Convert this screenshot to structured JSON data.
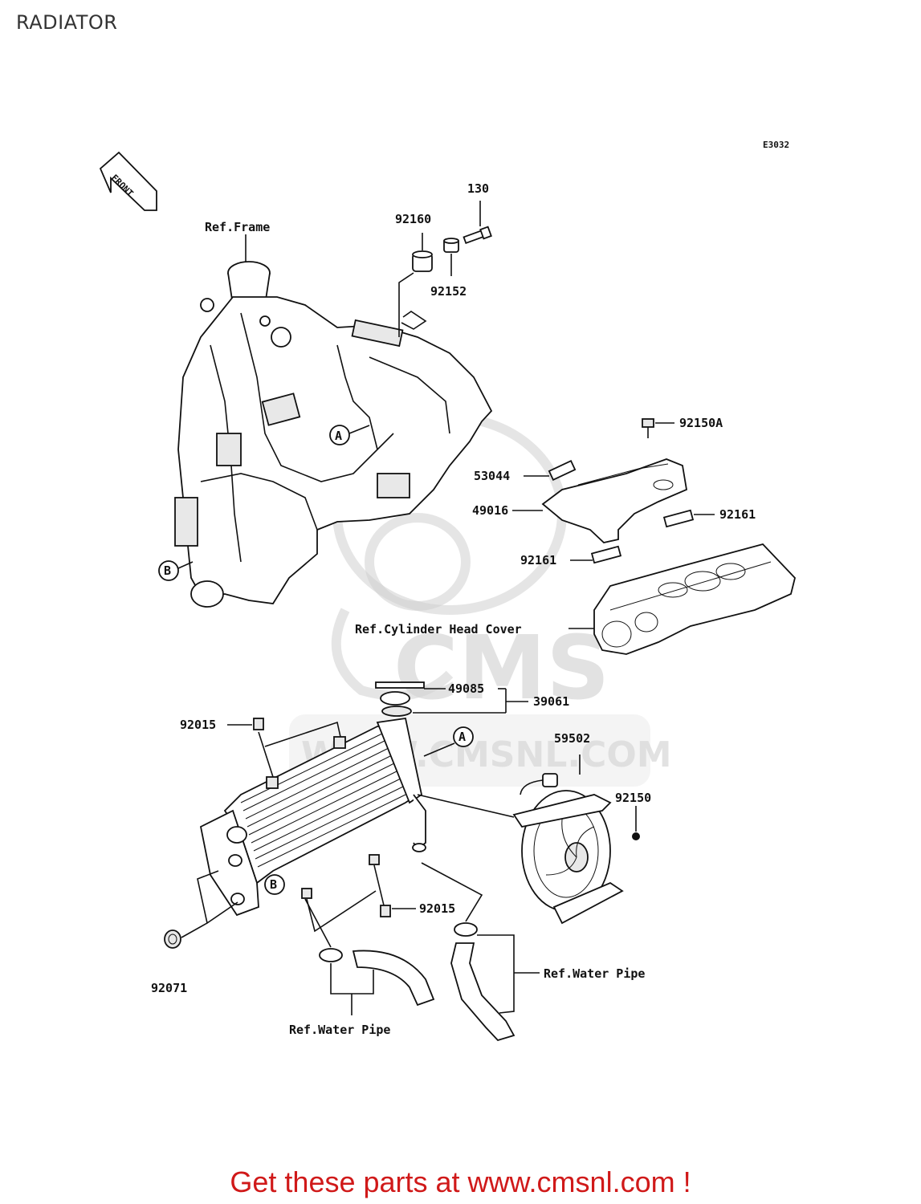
{
  "page": {
    "title": "RADIATOR"
  },
  "diagram": {
    "code": "E3032",
    "front_label": "FRONT",
    "callouts": {
      "a_upper": "A",
      "a_lower": "A",
      "b_upper": "B",
      "b_lower": "B"
    },
    "labels": {
      "p130": "130",
      "p92160": "92160",
      "p92152": "92152",
      "p92150A": "92150A",
      "p53044": "53044",
      "p49016": "49016",
      "p92161_right": "92161",
      "p92161_left": "92161",
      "p49085": "49085",
      "p39061": "39061",
      "p92015_top": "92015",
      "p59502": "59502",
      "p92150": "92150",
      "p92015_bottom": "92015",
      "p92071": "92071"
    },
    "refs": {
      "frame": "Ref.Frame",
      "cylinder_head_cover": "Ref.Cylinder Head Cover",
      "water_pipe_right": "Ref.Water Pipe",
      "water_pipe_bottom": "Ref.Water Pipe"
    },
    "watermark": {
      "brand": "CMS",
      "url": "WWW.CMSNL.COM"
    }
  },
  "footer": {
    "text": "Get these parts at www.cmsnl.com !"
  }
}
